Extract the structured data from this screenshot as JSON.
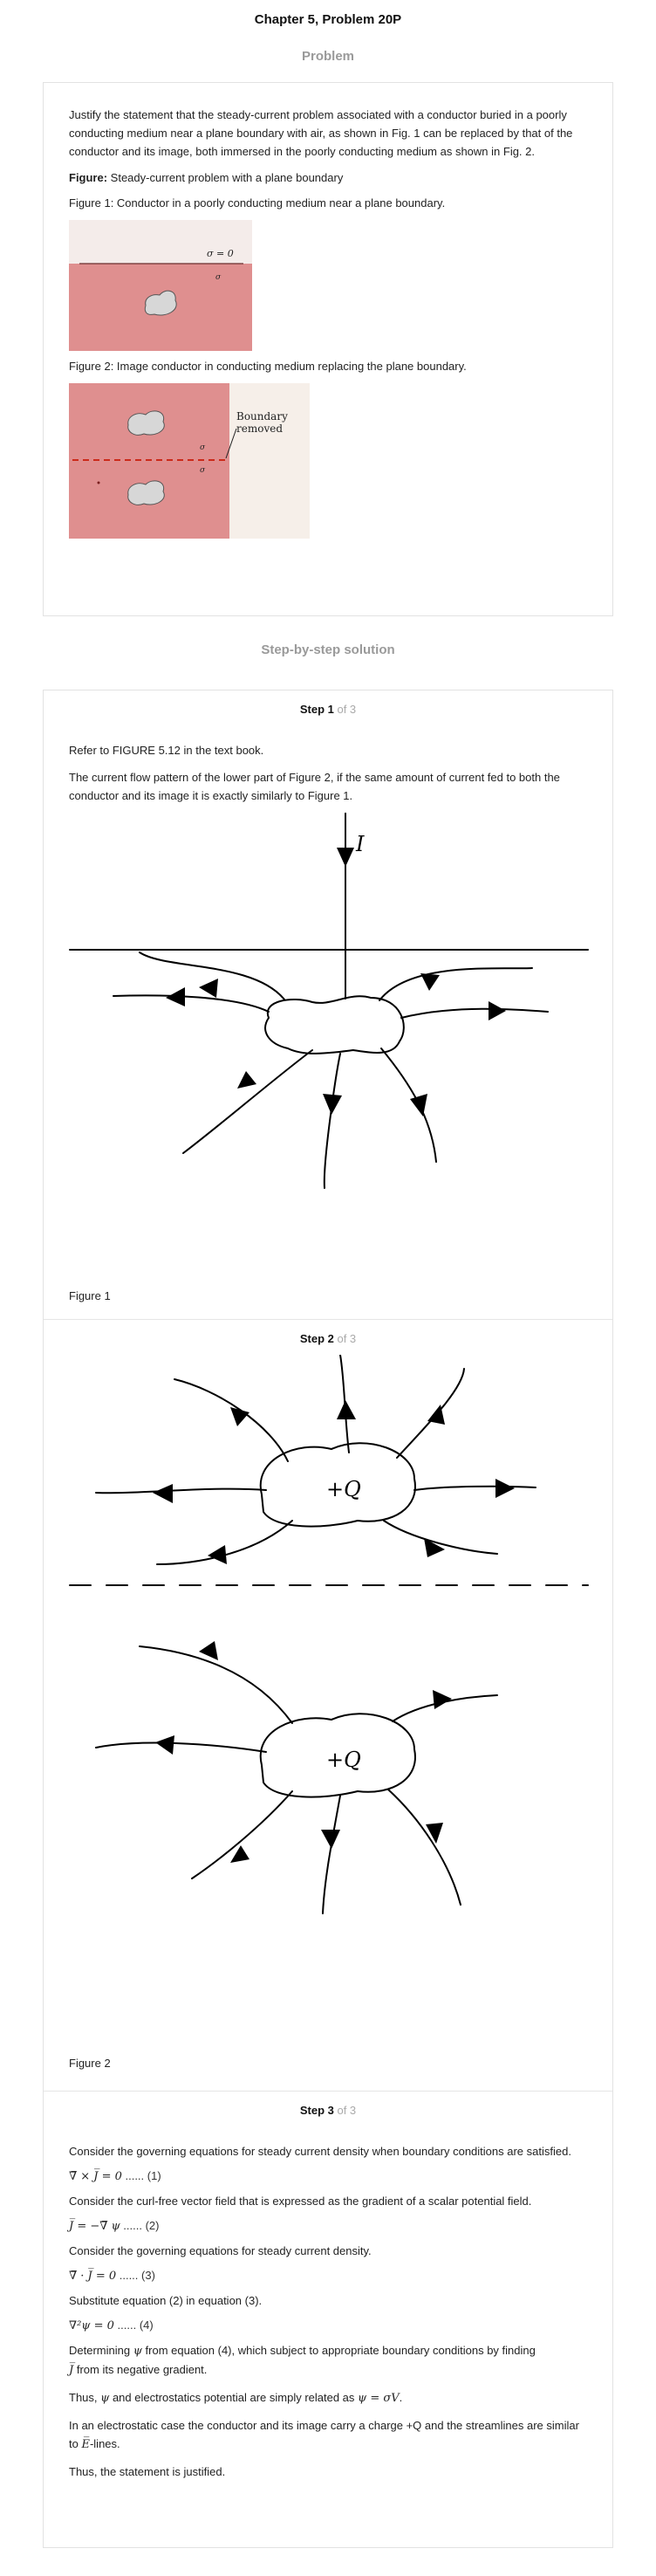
{
  "header": {
    "title": "Chapter 5, Problem 20P"
  },
  "problem": {
    "heading": "Problem",
    "statement": "Justify the statement that the steady-current problem associated with a conductor buried in a poorly conducting medium near a plane boundary with air, as shown in Fig. 1 can be replaced by that of the conductor and its image, both immersed in the poorly conducting medium as shown in Fig. 2.",
    "figure_label_bold": "Figure:",
    "figure_label_text": " Steady-current problem with a plane boundary",
    "fig1_caption": "Figure 1: Conductor in a poorly conducting medium near a plane boundary.",
    "fig1_sigma0": "σ = 0",
    "fig1_sigma": "σ",
    "fig2_caption": "Figure 2: Image conductor in conducting medium replacing the plane boundary.",
    "fig2_boundary_line1": "Boundary",
    "fig2_boundary_line2": "removed",
    "fig2_sigma": "σ"
  },
  "solution": {
    "heading": "Step-by-step solution",
    "steps": [
      {
        "label": "Step 1",
        "of": " of 3",
        "p1": "Refer to FIGURE 5.12 in the text book.",
        "p2": "The current flow pattern of the lower part of Figure 2, if the same amount of current fed to both the conductor and its image it is exactly similarly to Figure 1.",
        "current_label": "I",
        "figure_label": "Figure 1"
      },
      {
        "label": "Step 2",
        "of": " of 3",
        "charge_top": "+Q",
        "charge_bottom": "+Q",
        "figure_label": "Figure 2"
      },
      {
        "label": "Step 3",
        "of": " of 3",
        "p1": "Consider the governing equations for steady current density when boundary conditions are satisfied.",
        "eq1": "∇̅ × J̅ = 0",
        "eq1_num": " ...... (1)",
        "p2": "Consider the curl-free vector field that is expressed as the gradient of a scalar potential field.",
        "eq2": "J̅ = −∇̅ ψ",
        "eq2_num": " ...... (2)",
        "p3": "Consider the governing equations for steady current density.",
        "eq3": "∇̅ · J̅ = 0",
        "eq3_num": " ...... (3)",
        "p4": "Substitute equation (2) in equation (3).",
        "eq4": "∇²ψ = 0",
        "eq4_num": " ...... (4)",
        "p5a": "Determining ",
        "p5_psi": "ψ",
        "p5b": " from equation (4), which subject to appropriate boundary conditions by finding",
        "p5_J": "J̅",
        "p5c": " from its negative gradient.",
        "p6a": "Thus, ",
        "p6_psi": "ψ",
        "p6b": " and electrostatics potential are simply related as ",
        "p6_rel": "ψ = σV",
        "p6c": ".",
        "p7a": "In an electrostatic case the conductor and its image carry a charge +Q and the streamlines are similar to ",
        "p7_E": "E̅",
        "p7b": "-lines.",
        "p8": "Thus, the statement is justified."
      }
    ]
  },
  "colors": {
    "heading_gray": "#9a9a9a",
    "medium_pink": "#df8f8f",
    "boundary_dashed": "#cc2a1a",
    "border": "#e2e2e2"
  }
}
